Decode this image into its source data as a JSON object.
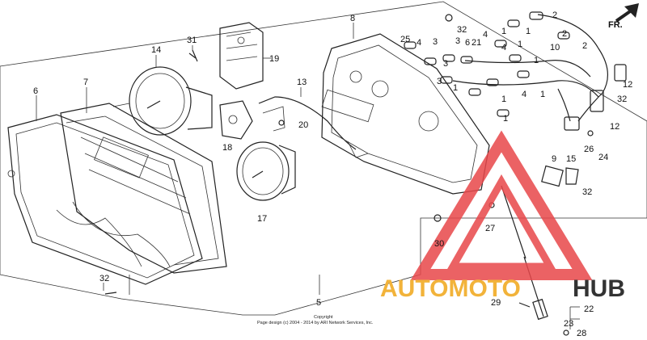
{
  "callouts": [
    "2",
    "2",
    "2",
    "3",
    "4",
    "1",
    "1",
    "32",
    "25",
    "3",
    "6",
    "21",
    "4",
    "1",
    "10",
    "1",
    "8",
    "31",
    "19",
    "14",
    "7",
    "6",
    "13",
    "20",
    "18",
    "17",
    "9",
    "15",
    "32",
    "26",
    "24",
    "12",
    "32",
    "3",
    "1",
    "4",
    "1",
    "5",
    "30",
    "27",
    "32",
    "29",
    "22",
    "23",
    "28",
    "4",
    "1",
    "1",
    "3",
    "12"
  ],
  "fr_label": "FR.",
  "copyright_line1": "Copyright",
  "copyright_line2": "Page design (c) 2004 - 2014 by ARI Network Services, Inc.",
  "watermark": {
    "part1": "AUTOMOTO",
    "part2": "HUB",
    "color1": "#f2b33a",
    "color2": "#333333",
    "triangle_color": "#e8474a"
  }
}
